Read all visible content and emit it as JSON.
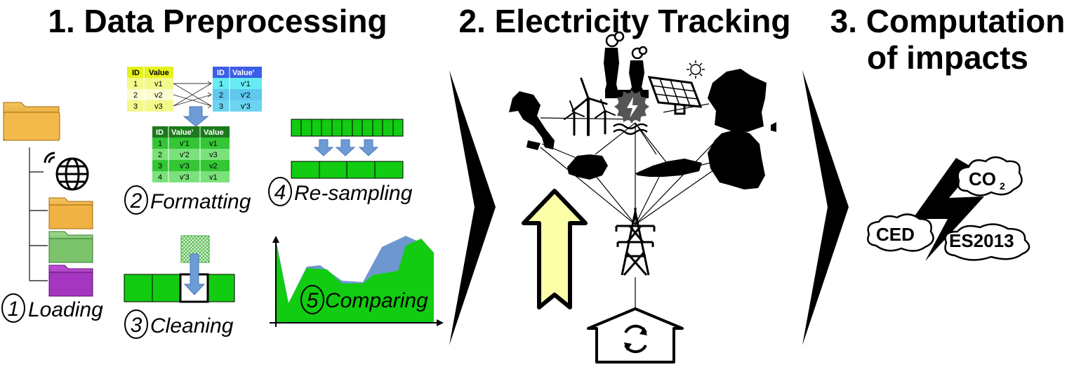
{
  "sections": [
    {
      "title": "1. Data Preprocessing"
    },
    {
      "title": "2. Electricity Tracking"
    },
    {
      "title_line1": "3. Computation",
      "title_line2": "of impacts"
    }
  ],
  "steps": [
    {
      "num": "1",
      "label": "Loading"
    },
    {
      "num": "2",
      "label": "Formatting"
    },
    {
      "num": "3",
      "label": "Cleaning"
    },
    {
      "num": "4",
      "label": "Re-sampling"
    },
    {
      "num": "5",
      "label": "Comparing"
    }
  ],
  "tables": {
    "a": {
      "headers": [
        "ID",
        "Value"
      ],
      "rows": [
        [
          "1",
          "v1"
        ],
        [
          "2",
          "v2"
        ],
        [
          "3",
          "v3"
        ]
      ]
    },
    "b": {
      "headers": [
        "ID",
        "Value'"
      ],
      "rows": [
        [
          "1",
          "v'1"
        ],
        [
          "2",
          "v'2"
        ],
        [
          "3",
          "v'3"
        ]
      ]
    },
    "merged": {
      "headers": [
        "ID",
        "Value'",
        "Value"
      ],
      "rows": [
        [
          "1",
          "v'1",
          "v1"
        ],
        [
          "2",
          "v'2",
          "v3"
        ],
        [
          "3",
          "v'3",
          "v2"
        ],
        [
          "4",
          "v'3",
          "v1"
        ]
      ]
    }
  },
  "impacts": {
    "co2": "CO",
    "co2_sub": "2",
    "ced": "CED",
    "es": "ES2013"
  },
  "colors": {
    "yellow": "#e8f43a",
    "blue": "#3c6fe6",
    "green": "#1aa81a",
    "bright_green": "#11d011",
    "arrow_blue": "#6d9bd6",
    "pale_yellow": "#fcffa8"
  },
  "icons": [
    "folder-icon",
    "globe-wifi-icon",
    "power-plant-icon",
    "wind-turbine-icon",
    "solar-panel-icon",
    "hydro-icon",
    "sun-icon",
    "pylon-icon",
    "house-cycle-icon",
    "lightning-icon"
  ]
}
